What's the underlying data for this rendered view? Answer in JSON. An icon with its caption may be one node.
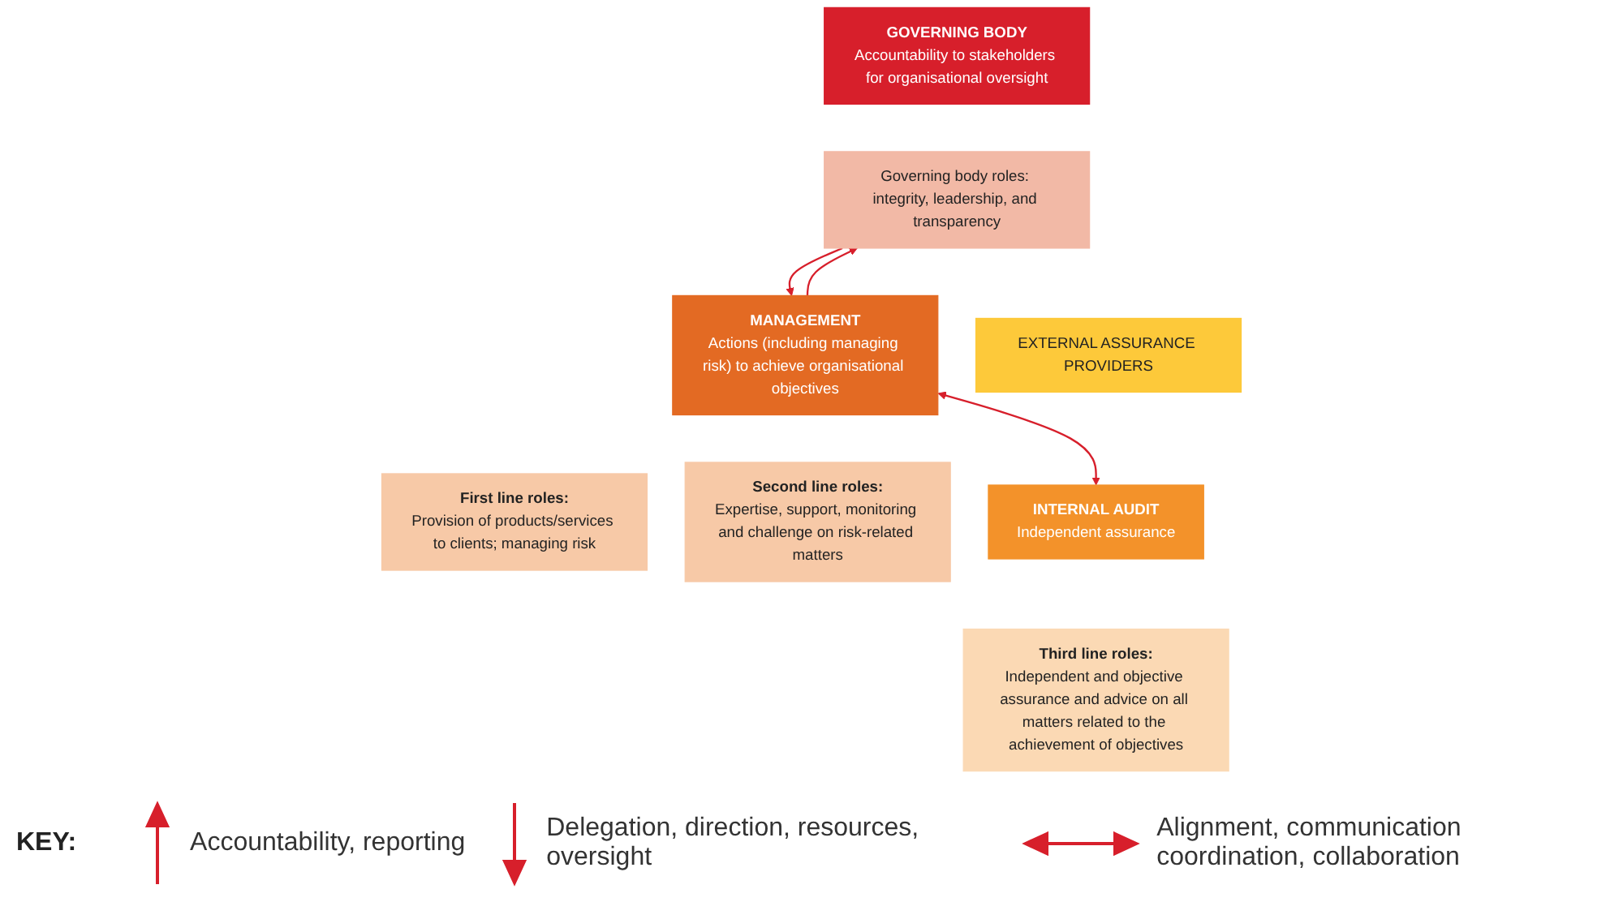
{
  "diagram": {
    "nodes": [
      {
        "text": [
          "GOVERNING BODY",
          "Accountability to stakeholders for organisational oversight"
        ]
      },
      {
        "text": [
          "Governing body roles: integrity, leadership, and transparency"
        ]
      },
      {
        "text": [
          "MANAGEMENT",
          "Actions (including managing risk) to achieve organisational objectives"
        ]
      },
      {
        "text": [
          "First line roles:",
          "Provision of products/services to clients; managing risk"
        ]
      },
      {
        "text": [
          "Second line roles:",
          "Expertise, support, monitoring and challenge on risk-related matters"
        ]
      },
      {
        "text": [
          "INTERNAL AUDIT",
          "Independent assurance"
        ]
      },
      {
        "text": [
          "Third line roles:",
          "Independent and objective assurance and advice on all matters related to the achievement of objectives"
        ]
      },
      {
        "text": [
          "EXTERNAL ASSURANCE PROVIDERS"
        ]
      }
    ],
    "edges": [
      {
        "from": 1,
        "to": 2,
        "arrow": "to"
      },
      {
        "from": 2,
        "to": 1,
        "arrow": "to"
      },
      {
        "from": 2,
        "to": 5,
        "arrow": "both"
      }
    ],
    "labels": [
      "KEY:"
    ],
    "legend": [
      {
        "text": "Accountability, reporting"
      },
      {
        "text": "Delegation, direction, resources, oversight"
      },
      {
        "text": "Alignment, communication coordination, collaboration"
      }
    ]
  }
}
